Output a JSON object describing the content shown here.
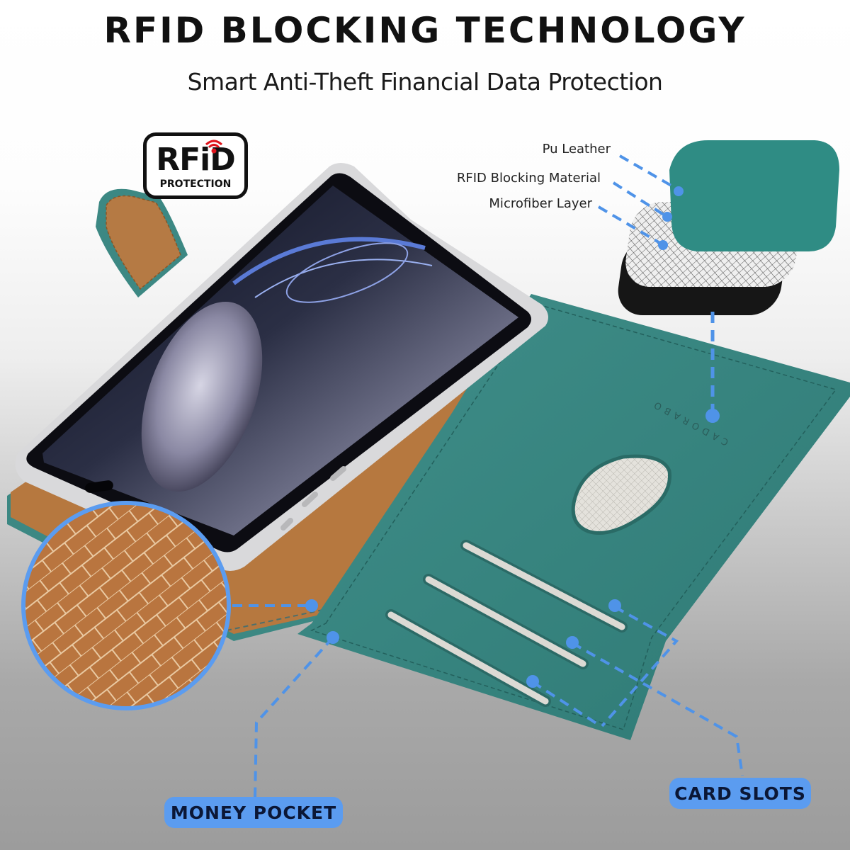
{
  "header": {
    "title": "RFID BLOCKING TECHNOLOGY",
    "subtitle": "Smart Anti-Theft Financial Data Protection"
  },
  "badge": {
    "main_text": "RFiD",
    "sub_text": "PROTECTION",
    "icon": "wireless-signal-icon",
    "icon_color": "#e0141c"
  },
  "layers": {
    "items": [
      {
        "label": "Pu Leather",
        "color": "#2f8c84"
      },
      {
        "label": "RFID Blocking Material",
        "color": "#e8e8e8"
      },
      {
        "label": "Microfiber Layer",
        "color": "#1b1b1b"
      }
    ]
  },
  "product": {
    "brand_emboss": "CADORABO",
    "case_color": "#3f8c87",
    "interior_color": "#b77a45",
    "card_slot_count": 3
  },
  "callouts": {
    "money_pocket": "MONEY POCKET",
    "card_slots": "CARD SLOTS",
    "accent_color": "#5b9cf0"
  }
}
